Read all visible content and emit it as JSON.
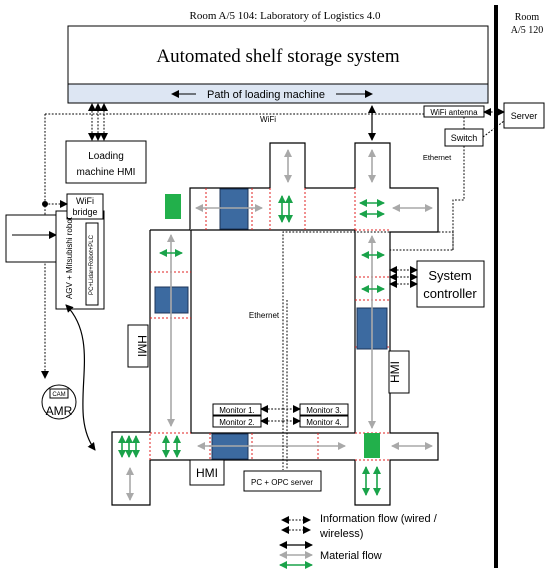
{
  "header": {
    "room_title": "Room A/5 104: Laboratory of Logistics 4.0",
    "room_right_line1": "Room",
    "room_right_line2": "A/5 120"
  },
  "storage": {
    "title": "Automated shelf storage system",
    "loading_path": "Path of loading machine"
  },
  "network": {
    "wifi_label": "WiFi",
    "wifi_antenna": "WiFi antenna",
    "server": "Server",
    "switch": "Switch",
    "ethernet_right": "Ethernet",
    "ethernet_center": "Ethernet"
  },
  "devices": {
    "loading_hmi_line1": "Loading",
    "loading_hmi_line2": "machine HMI",
    "wifi_bridge_line1": "WiFi",
    "wifi_bridge_line2": "bridge",
    "agv_label": "AGV + Mitsubishi robot",
    "agv_sub": "PC+Lidar+Robot+PLC",
    "system_controller_line1": "System",
    "system_controller_line2": "controller",
    "hmi_left": "HMI",
    "hmi_right": "HMI",
    "hmi_bottom": "HMI",
    "amr": "AMR",
    "cam": "CAM",
    "monitor1": "Monitor 1.",
    "monitor2": "Monitor 2.",
    "monitor3": "Monitor 3.",
    "monitor4": "Monitor 4.",
    "pc_opc": "PC + OPC server"
  },
  "legend": {
    "info_line1": "Information flow (wired /",
    "info_line2": "wireless)",
    "material": "Material flow"
  },
  "colors": {
    "shelf_blue": "#3c6aa0",
    "green": "#22b04b",
    "gate_red": "#e02020",
    "path_gray": "#a9a9a9"
  }
}
